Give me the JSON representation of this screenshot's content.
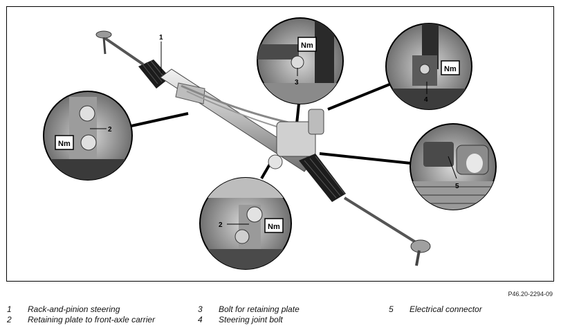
{
  "callouts": {
    "c1": "1",
    "c2a": "2",
    "c2b": "2",
    "c3": "3",
    "c4": "4",
    "c5": "5"
  },
  "torque_badge": "Nm",
  "figure_id": "P46.20-2294-09",
  "legend": [
    {
      "num": "1",
      "text": "Rack-and-pinion steering"
    },
    {
      "num": "2",
      "text": "Retaining plate to front-axle carrier"
    },
    {
      "num": "3",
      "text": "Bolt for retaining plate"
    },
    {
      "num": "4",
      "text": "Steering joint bolt"
    },
    {
      "num": "5",
      "text": "Electrical connector"
    }
  ],
  "colors": {
    "dark": "#1a1a1a",
    "mid": "#777777",
    "light": "#cfcfcf"
  }
}
